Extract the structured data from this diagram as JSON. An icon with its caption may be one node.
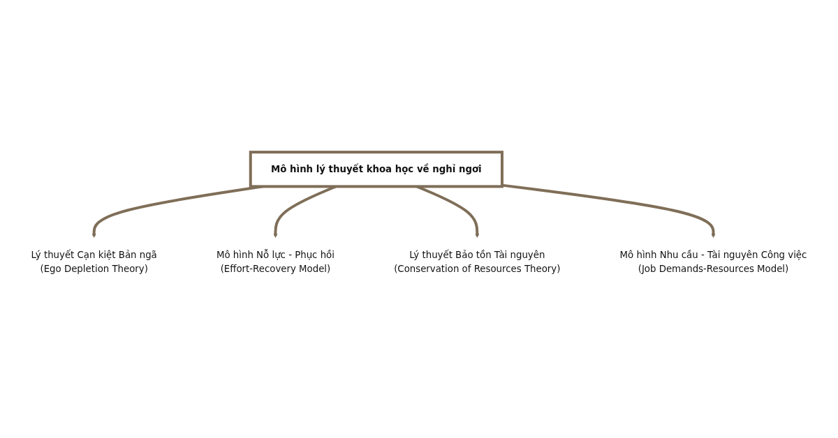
{
  "diagram": {
    "nodes": [
      {
        "text": [
          "Lý thuyết Cạn kiệt Bản ngã",
          "(Ego Depletion Theory)"
        ]
      },
      {
        "text": [
          "Mô hình Nỗ lực - Phục hồi",
          "(Effort-Recovery Model)"
        ]
      },
      {
        "text": [
          "Mô hình lý thuyết khoa học về nghỉ ngơi"
        ]
      },
      {
        "text": [
          "Lý thuyết Bảo tồn Tài nguyên",
          "(Conservation of Resources Theory)"
        ]
      },
      {
        "text": [
          "Mô hình Nhu cầu - Tài nguyên Công việc",
          "(Job Demands-Resources Model)"
        ]
      }
    ],
    "edges": [
      {
        "from": 2,
        "to": 0,
        "arrow": "to"
      },
      {
        "from": 2,
        "to": 1,
        "arrow": "to"
      },
      {
        "from": 2,
        "to": 3,
        "arrow": "to"
      },
      {
        "from": 2,
        "to": 4,
        "arrow": "to"
      }
    ]
  }
}
